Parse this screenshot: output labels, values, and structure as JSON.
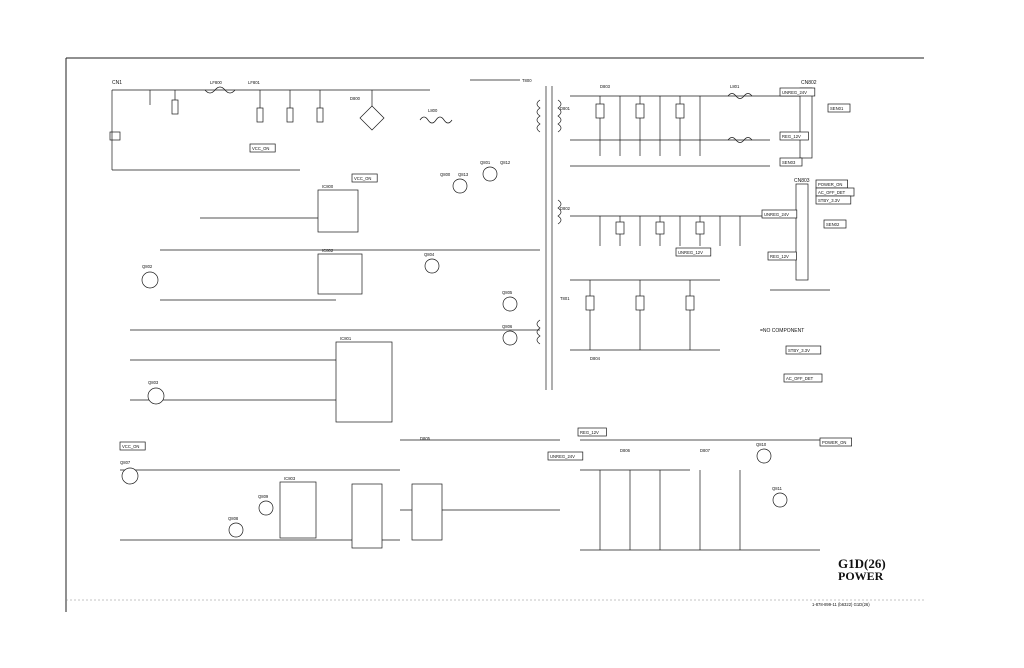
{
  "sheet": {
    "title": "G1D(26)",
    "subtitle": "POWER",
    "doc_number": "1-878-899-11 (b6322) G1D(26)",
    "note": "=NO COMPONENT"
  },
  "connectors": {
    "cn1": "CN1",
    "cn802": "CN802",
    "cn803": "CN803"
  },
  "net_labels": [
    "VCC_ON",
    "VCC_ON",
    "VCC_ON",
    "UNREG_24V",
    "UNREG_24V",
    "UNREG_24V",
    "REG_12V",
    "REG_12V",
    "REG_12V",
    "SEN01",
    "SEN02",
    "SEN03",
    "POWER_ON",
    "POWER_ON",
    "AC_OFF_DET",
    "AC_OFF_DET",
    "STBY_3.3V",
    "STBY_3.3V",
    "UNREG_12V"
  ],
  "components": {
    "ic_main": "IC801",
    "ic_pfc": "IC800",
    "ic_reg": "IC802",
    "ic_3v3": "IC803",
    "q_labels": [
      "Q800",
      "Q801",
      "Q802",
      "Q803",
      "Q804",
      "Q805",
      "Q806",
      "Q807",
      "Q808",
      "Q809",
      "Q810",
      "Q811",
      "Q812",
      "Q813"
    ],
    "t_labels": [
      "T800",
      "T801"
    ],
    "d_labels": [
      "D800",
      "D801",
      "D802",
      "D803",
      "D804",
      "D805",
      "D806",
      "D807"
    ],
    "l_labels": [
      "L800",
      "L801",
      "LF800",
      "LF801"
    ]
  }
}
